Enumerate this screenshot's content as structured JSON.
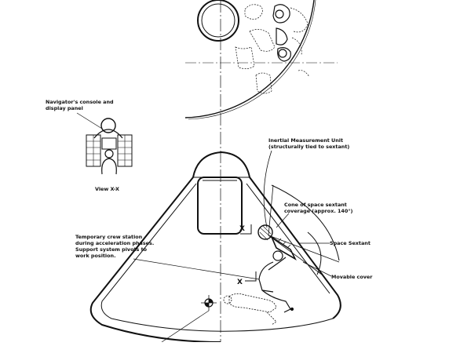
{
  "labels": {
    "navigator_console": [
      "Navigator's console and",
      "display panel"
    ],
    "view_xx": "View X-X",
    "imu": [
      "Inertial Measurement Unit",
      "(structurally tied to sextant)"
    ],
    "cone_coverage": [
      "Cone of space sextant",
      "coverage (approx. 140°)"
    ],
    "space_sextant": "Space Sextant",
    "movable_cover": "Movable cover",
    "temp_crew": [
      "Temporary crew station",
      "during acceleration phases.",
      "Support system pivots to",
      "work position."
    ],
    "section_mark": "X"
  },
  "colors": {
    "ink": "#111111",
    "paper": "#ffffff"
  }
}
